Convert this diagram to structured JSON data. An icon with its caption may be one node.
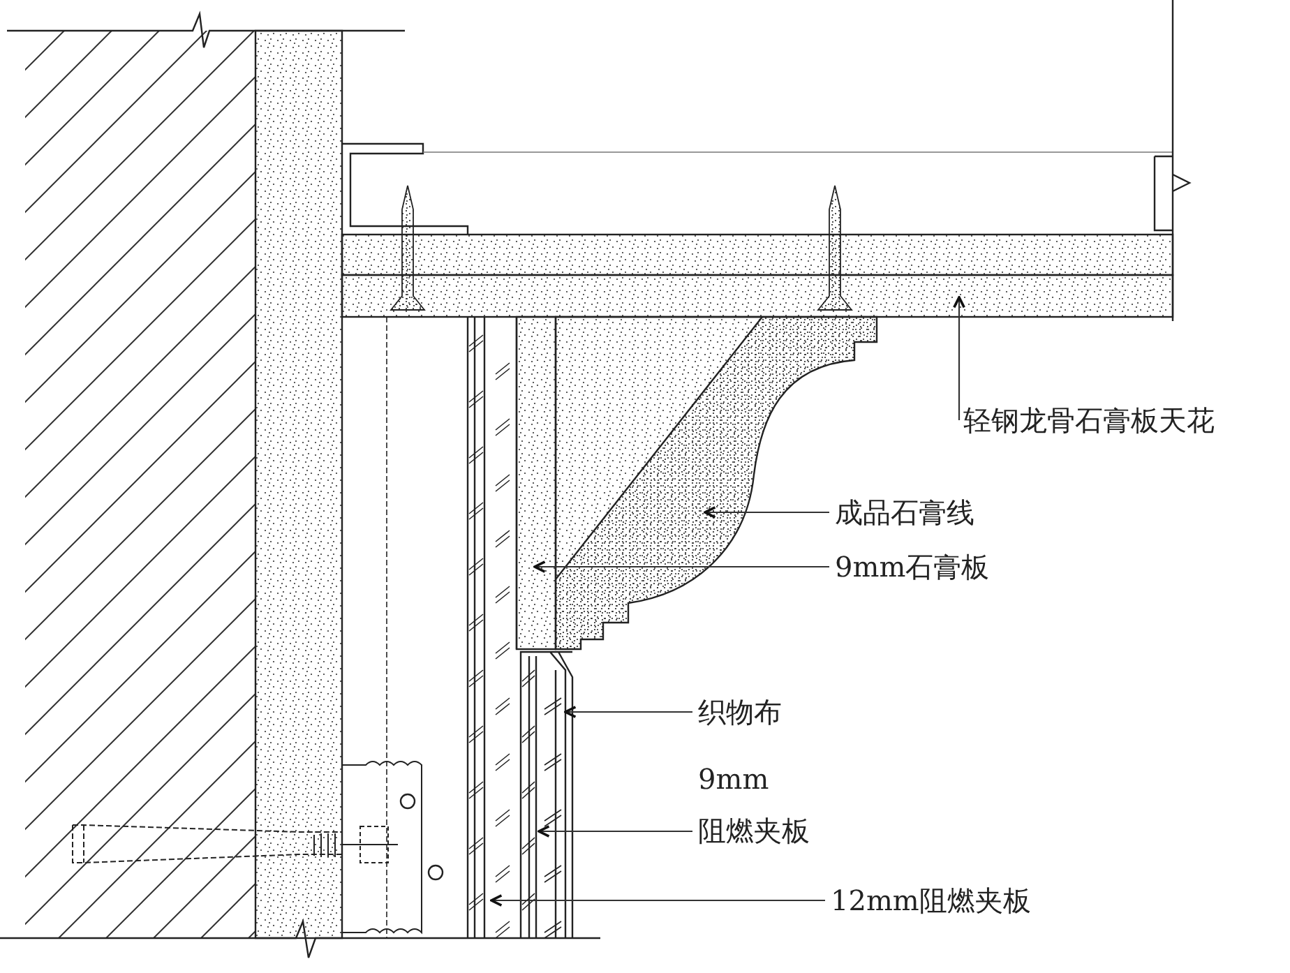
{
  "diagram": {
    "nodes": [
      {
        "text": [
          "轻钢龙骨石膏板天花"
        ]
      },
      {
        "text": [
          "成品石膏线"
        ]
      },
      {
        "text": [
          "9mm石膏板"
        ]
      },
      {
        "text": [
          "织物布"
        ]
      },
      {
        "text": [
          "9mm 阻燃夹板"
        ]
      },
      {
        "text": [
          "12mm阻燃夹板"
        ]
      }
    ],
    "edges": [
      {
        "from": 0,
        "to": null,
        "arrow": "to"
      },
      {
        "from": 1,
        "to": null,
        "arrow": "to"
      },
      {
        "from": 2,
        "to": null,
        "arrow": "to"
      },
      {
        "from": 3,
        "to": null,
        "arrow": "to"
      },
      {
        "from": 4,
        "to": null,
        "arrow": "to"
      },
      {
        "from": 5,
        "to": null,
        "arrow": "to"
      }
    ]
  }
}
